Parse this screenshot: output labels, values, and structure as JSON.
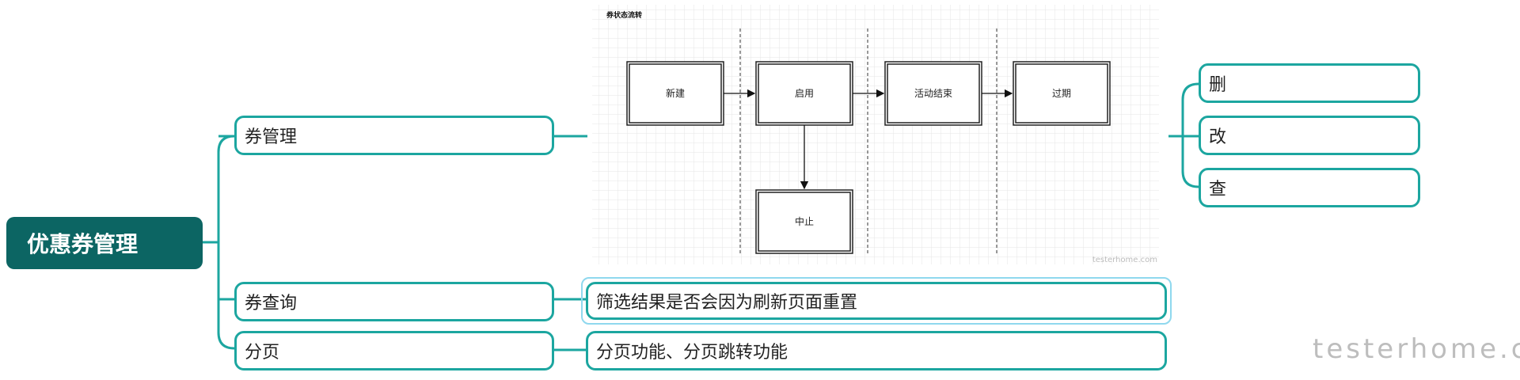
{
  "root": {
    "label": "优惠券管理"
  },
  "branches": [
    {
      "label": "券管理"
    },
    {
      "label": "券查询"
    },
    {
      "label": "分页"
    }
  ],
  "coupon_management_children": [
    {
      "label": "删"
    },
    {
      "label": "改"
    },
    {
      "label": "查"
    }
  ],
  "coupon_query_child": {
    "label": "筛选结果是否会因为刷新页面重置"
  },
  "pagination_child": {
    "label": "分页功能、分页跳转功能"
  },
  "flow_diagram": {
    "title": "券状态流转",
    "states": [
      {
        "label": "新建"
      },
      {
        "label": "启用"
      },
      {
        "label": "活动结束"
      },
      {
        "label": "过期"
      },
      {
        "label": "中止"
      }
    ],
    "watermark": "testerhome.com"
  },
  "watermark": "testerhome.com",
  "colors": {
    "root_fill": "#0c6563",
    "node_border": "#1ca6a0",
    "highlight_border": "#8fd8ee"
  }
}
